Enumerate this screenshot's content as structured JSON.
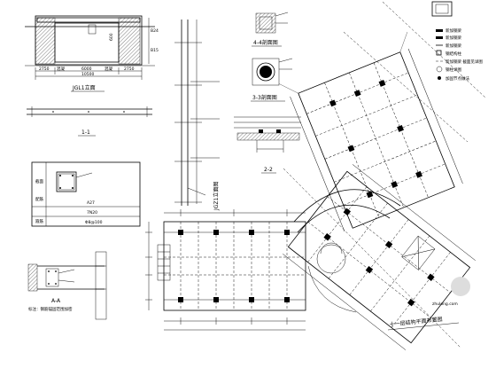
{
  "sheet": {
    "drawing_title": "十一层结构平面布置图",
    "elevation_title": "JGL1立面",
    "column_title": "JGZ1立面图",
    "section_2_2": "2-2",
    "section_1_1": "1-1",
    "section_3_3": "3-3剖面图",
    "section_4_4": "4-4剖面图",
    "section_a_a": "A-A",
    "note_a_a": "标注：钢筋锚固范围加密",
    "watermark": "zhulong.com"
  },
  "elevation": {
    "dims_bottom": [
      "2750",
      "6000",
      "2750"
    ],
    "dim_total": "10500",
    "dim_height": "600",
    "label_left": "混凝",
    "label_right": "混凝",
    "side_labels": [
      "B24",
      "B15"
    ]
  },
  "legend": {
    "items": [
      "新加钢梁",
      "新加钢梁",
      "新加钢梁",
      "钢结构柱",
      "新加钢梁 截面见详图",
      "钢柱详图",
      "加固节点做法"
    ]
  },
  "table_block": {
    "row_labels": [
      "截面",
      "配筋",
      "",
      "箍筋"
    ],
    "cells": [
      "A27",
      "7N20",
      "Φ8@100"
    ]
  },
  "colors": {
    "ink": "#000000",
    "paper": "#ffffff"
  }
}
